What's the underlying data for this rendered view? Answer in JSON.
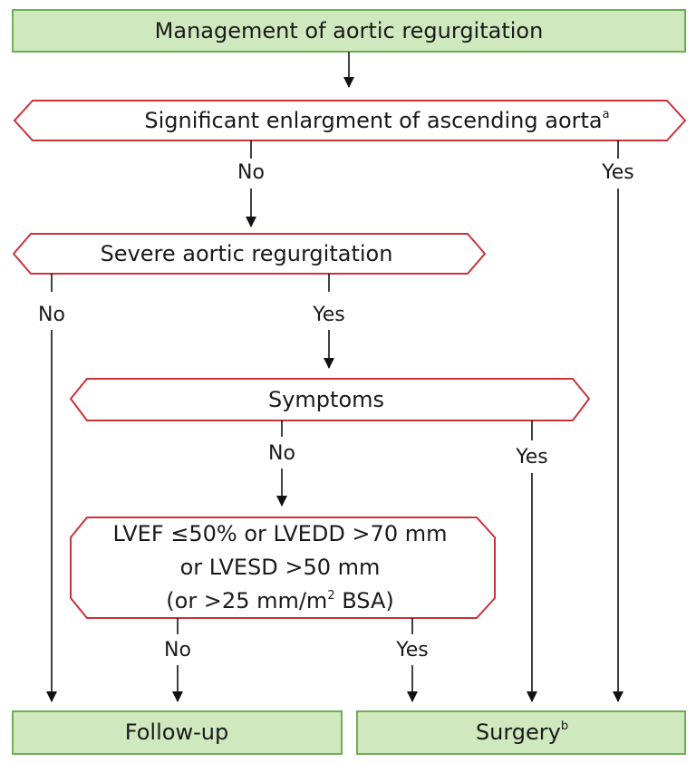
{
  "title": "Management of aortic regurgitation",
  "decision_aorta": {
    "text": "Significant enlargment of ascending aorta",
    "footnote": "a"
  },
  "decision_severe": {
    "text": "Severe aortic regurgitation"
  },
  "decision_symptoms": {
    "text": "Symptoms"
  },
  "decision_lv": {
    "line1": "LVEF ≤50% or LVEDD >70 mm",
    "line2": "or LVESD >50 mm",
    "line3_pre": "(or >25 mm/m",
    "line3_sup": "2",
    "line3_post": " BSA)"
  },
  "labels": {
    "aorta_no": "No",
    "aorta_yes": "Yes",
    "severe_no": "No",
    "severe_yes": "Yes",
    "symptoms_no": "No",
    "symptoms_yes": "Yes",
    "lv_no": "No",
    "lv_yes": "Yes"
  },
  "outcome_followup": {
    "text": "Follow-up"
  },
  "outcome_surgery": {
    "text": "Surgery",
    "footnote": "b"
  },
  "colors": {
    "outcome_fill": "#cfe8be",
    "outcome_border": "#6fae56",
    "decision_border": "#c9323a"
  }
}
